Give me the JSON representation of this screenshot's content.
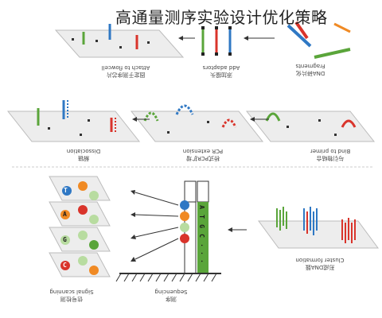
{
  "title": "高通量测序实验设计优化策略",
  "steps": {
    "fragments": {
      "en": "Fragments",
      "zh": "DNA碎片化"
    },
    "add_adaptors": {
      "en": "Add adaptors",
      "zh": "添加接头"
    },
    "attach": {
      "en": "Attach to flowcell",
      "zh": "固定于测序芯片"
    },
    "bind_primer": {
      "en": "Bind to primer",
      "zh": "与引物结合"
    },
    "pcr_extension": {
      "en": "PCR extension",
      "zh": "桥式PCR扩增"
    },
    "dissociation": {
      "en": "Dissociation",
      "zh": "解链"
    },
    "cluster": {
      "en": "Cluster formation",
      "zh": "形成DNA簇"
    },
    "sequencing": {
      "en": "Sequencing",
      "zh": "测序"
    },
    "signal": {
      "en": "Signal scanning",
      "zh": "信号检测"
    }
  },
  "sequence_letters": [
    "A",
    "T",
    "G",
    "C",
    "·",
    "·",
    "·"
  ],
  "signal_letters": [
    "T",
    "A",
    "G",
    "C"
  ],
  "colors": {
    "red": "#d9342b",
    "blue": "#2f78c4",
    "green": "#5aa53a",
    "orange": "#f08a24",
    "lightgreen": "#b8dca0",
    "plate": "#ededed",
    "plate_edge": "#bcbcbc"
  }
}
